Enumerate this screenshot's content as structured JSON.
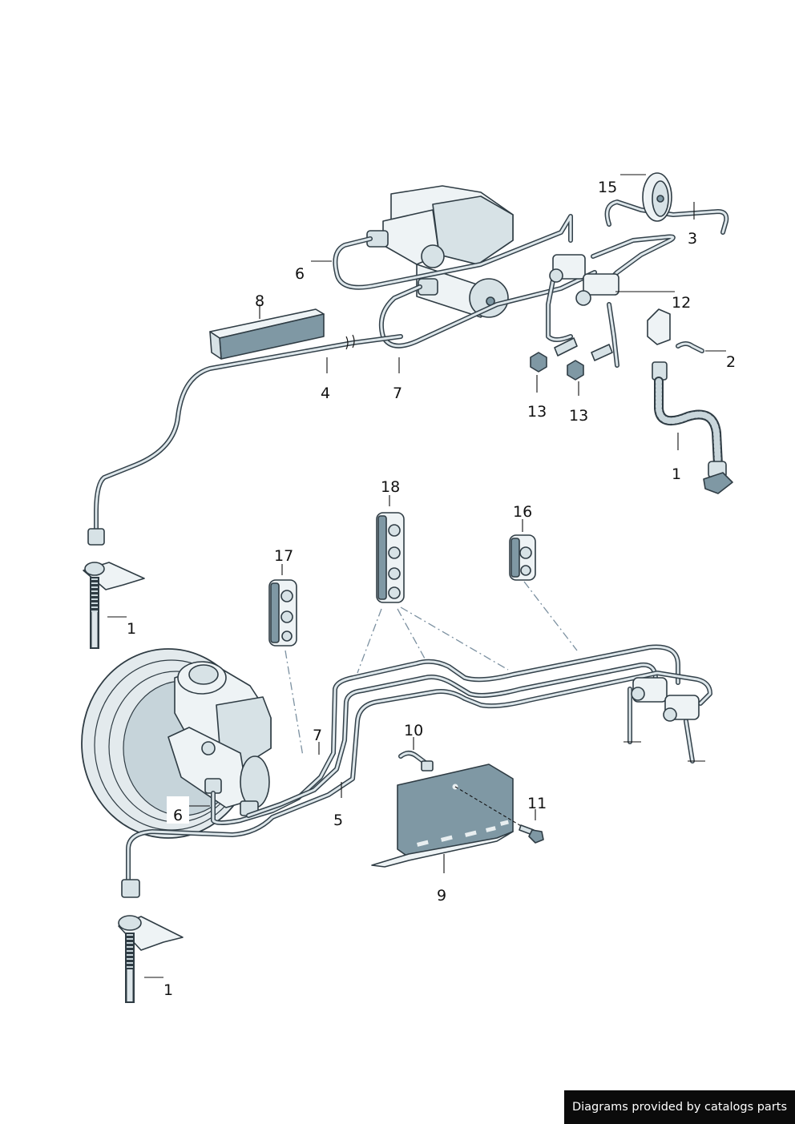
{
  "footer": {
    "credit": "Diagrams provided by catalogs parts"
  },
  "callouts": [
    {
      "key": "c15",
      "text": "15"
    },
    {
      "key": "c3",
      "text": "3"
    },
    {
      "key": "c6a",
      "text": "6"
    },
    {
      "key": "c12",
      "text": "12"
    },
    {
      "key": "c8",
      "text": "8"
    },
    {
      "key": "c2",
      "text": "2"
    },
    {
      "key": "c4",
      "text": "4"
    },
    {
      "key": "c7a",
      "text": "7"
    },
    {
      "key": "c13a",
      "text": "13"
    },
    {
      "key": "c13b",
      "text": "13"
    },
    {
      "key": "c1a",
      "text": "1"
    },
    {
      "key": "c18",
      "text": "18"
    },
    {
      "key": "c16",
      "text": "16"
    },
    {
      "key": "c17",
      "text": "17"
    },
    {
      "key": "c1b",
      "text": "1"
    },
    {
      "key": "c10",
      "text": "10"
    },
    {
      "key": "c7b",
      "text": "7"
    },
    {
      "key": "c11",
      "text": "11"
    },
    {
      "key": "c6b",
      "text": "6"
    },
    {
      "key": "c5",
      "text": "5"
    },
    {
      "key": "c9",
      "text": "9"
    },
    {
      "key": "c1c",
      "text": "1"
    }
  ]
}
